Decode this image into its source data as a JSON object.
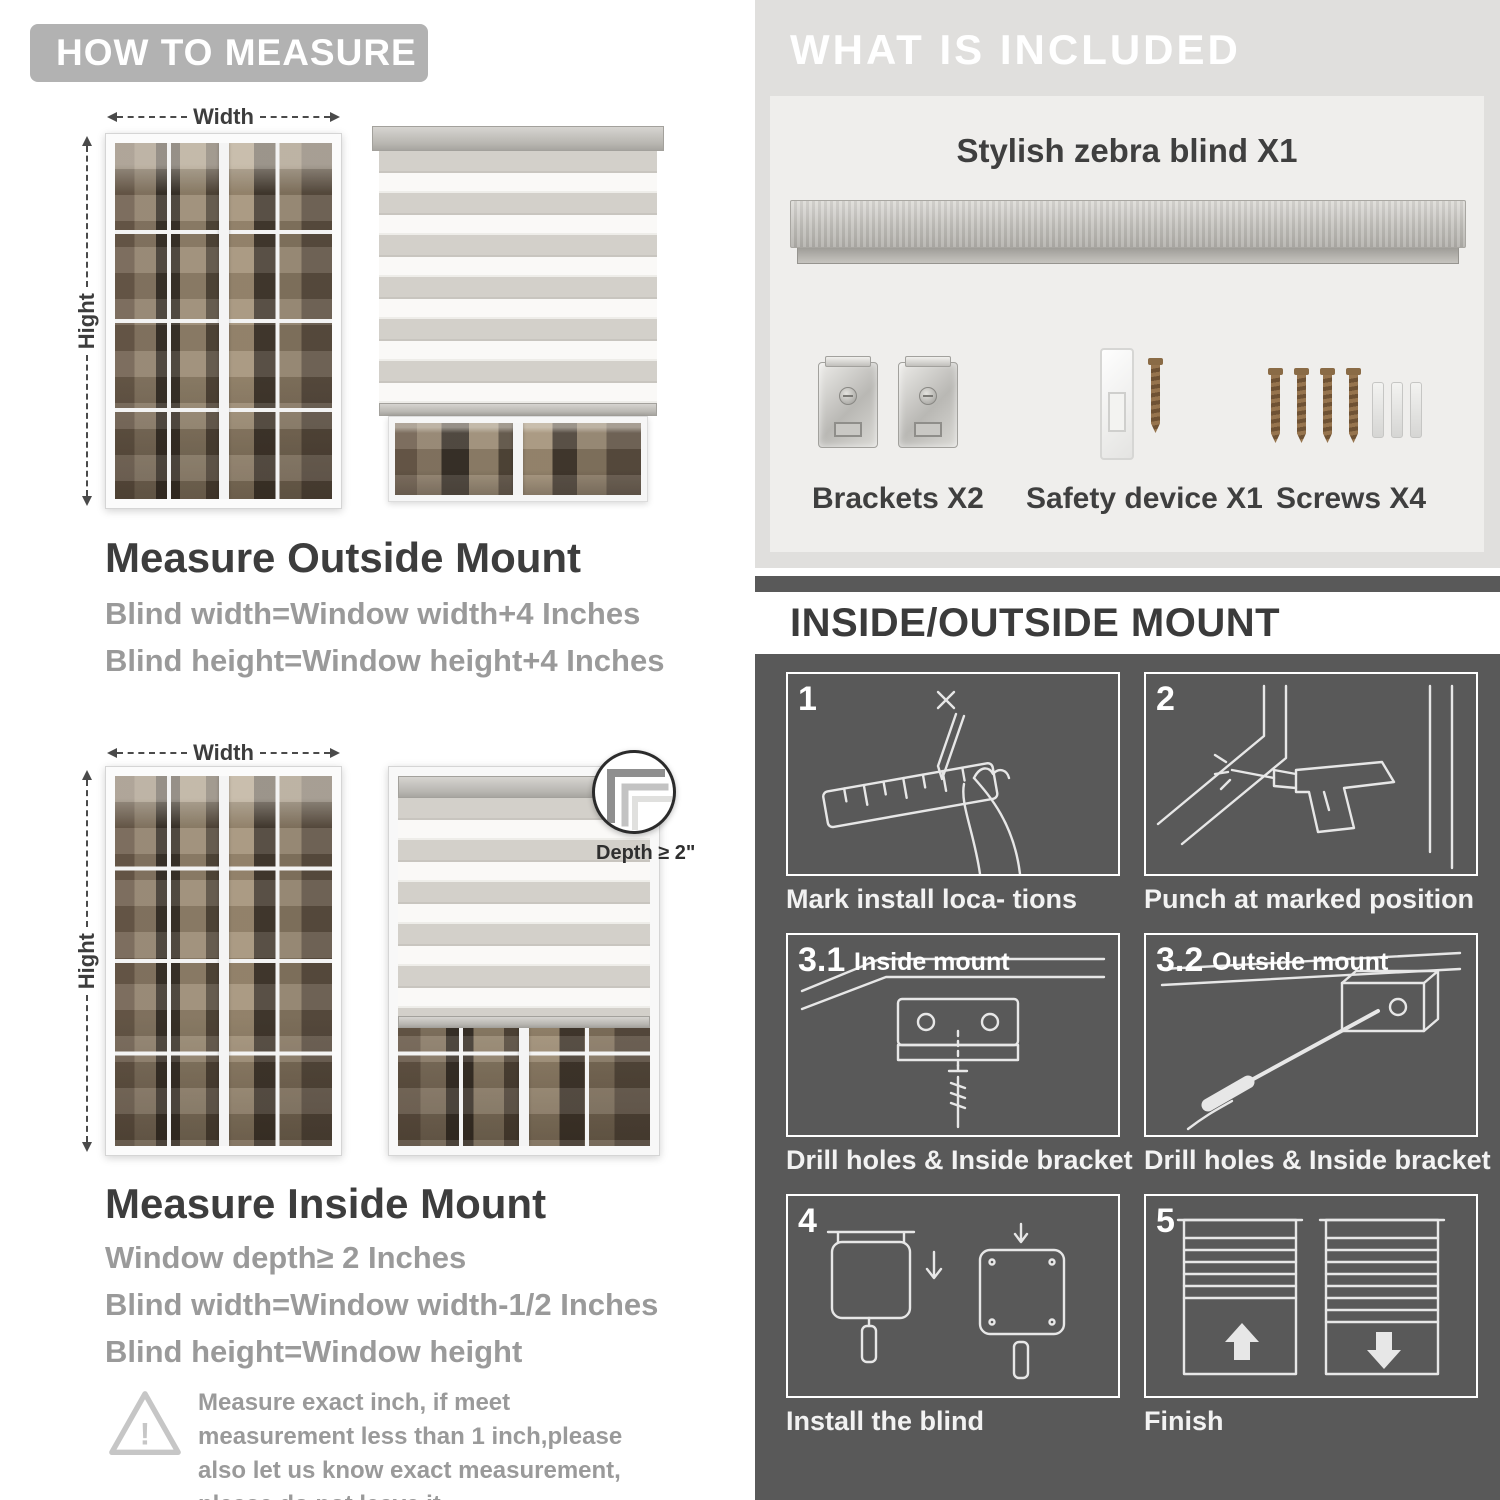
{
  "left": {
    "header": "HOW TO MEASURE",
    "outside": {
      "width_label": "Width",
      "height_label": "Hight",
      "title": "Measure Outside Mount",
      "lines": [
        "Blind width=Window width+4 Inches",
        "Blind height=Window height+4 Inches"
      ]
    },
    "inside": {
      "width_label": "Width",
      "height_label": "Hight",
      "depth_label": "Depth ≥ 2\"",
      "title": "Measure Inside Mount",
      "lines": [
        "Window depth≥ 2 Inches",
        "Blind width=Window width-1/2 Inches",
        "Blind height=Window height"
      ]
    },
    "warning_icon": "!",
    "warning_text": "Measure exact inch, if meet measurement less than 1 inch,please also let us know exact measurement, please do not leave it"
  },
  "right": {
    "included": {
      "header": "WHAT IS INCLUDED",
      "blind_label": "Stylish zebra blind X1",
      "items": [
        {
          "label": "Brackets X2"
        },
        {
          "label": "Safety device X1"
        },
        {
          "label": "Screws X4"
        }
      ]
    },
    "mount": {
      "header": "INSIDE/OUTSIDE MOUNT",
      "steps": [
        {
          "num": "1",
          "sub": "",
          "caption": "Mark install loca- tions"
        },
        {
          "num": "2",
          "sub": "",
          "caption": "Punch at  marked position"
        },
        {
          "num": "3.1",
          "sub": "Inside mount",
          "caption": "Drill holes &  Inside bracket"
        },
        {
          "num": "3.2",
          "sub": "Outside mount",
          "caption": "Drill holes &  Inside bracket"
        },
        {
          "num": "4",
          "sub": "",
          "caption": "Install the blind"
        },
        {
          "num": "5",
          "sub": "",
          "caption": "Finish"
        }
      ]
    }
  }
}
